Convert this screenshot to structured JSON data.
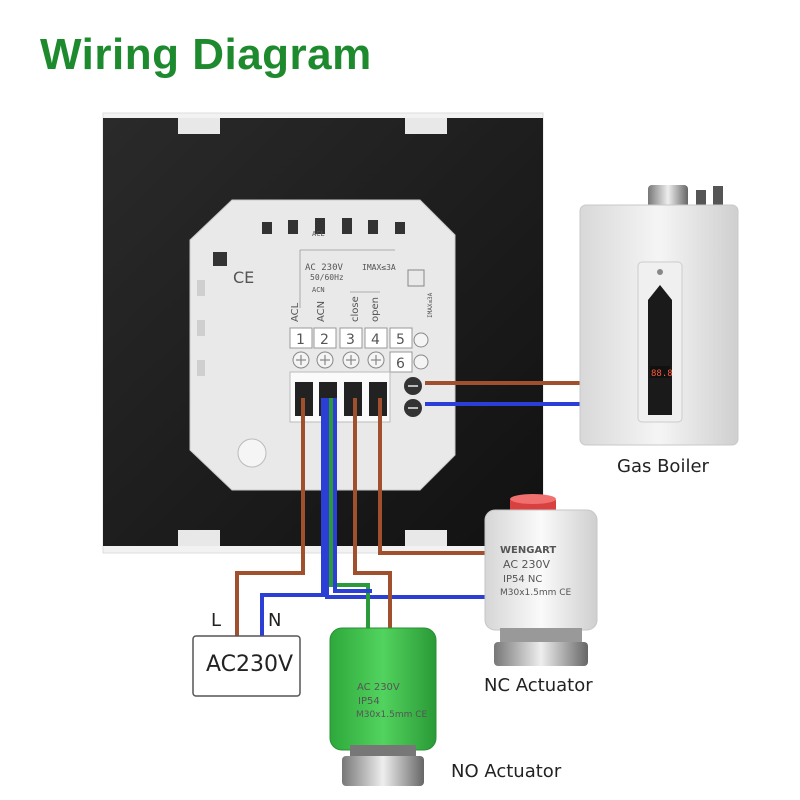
{
  "title": "Wiring Diagram",
  "thermostat": {
    "ce_mark": "CE",
    "acl": "ACL",
    "ac_rating": "AC 230V",
    "freq": "50/60Hz",
    "acn": "ACN",
    "imax": "IMAX≤3A",
    "imax_small": "IMAX≤3A",
    "terminal_labels": [
      "ACL",
      "ACN",
      "close",
      "open"
    ],
    "terminal_numbers": [
      "1",
      "2",
      "3",
      "4",
      "5",
      "6"
    ]
  },
  "boiler": {
    "label": "Gas Boiler",
    "display": "88.8"
  },
  "nc_actuator": {
    "brand": "WENGART",
    "line1": "AC 230V",
    "line2": "IP54 NC",
    "line3": "M30x1.5mm CE",
    "label": "NC Actuator"
  },
  "no_actuator": {
    "line1": "AC 230V",
    "line2": "IP54",
    "line3": "M30x1.5mm CE",
    "label": "NO Actuator"
  },
  "power": {
    "label": "AC230V",
    "l": "L",
    "n": "N"
  },
  "colors": {
    "title": "#1e8a2e",
    "live_wire": "#a0502c",
    "neutral_wire": "#2b3fd6",
    "earth_wire": "#2a9a3a",
    "no_actuator_body": "#3dbb4a"
  }
}
